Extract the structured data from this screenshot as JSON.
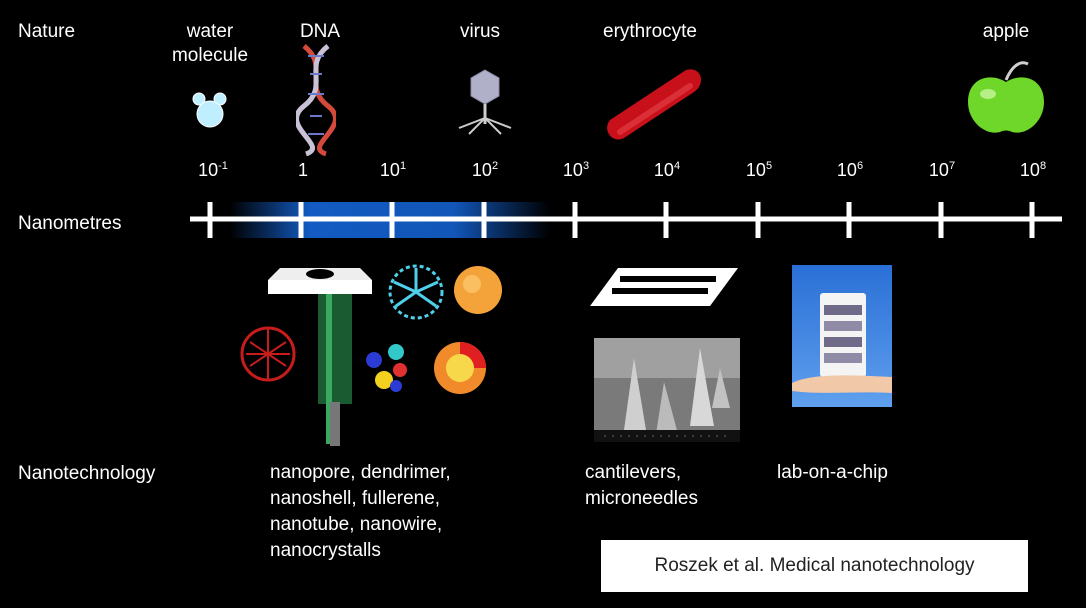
{
  "rows": {
    "nature": "Nature",
    "nanometres": "Nanometres",
    "nanotechnology": "Nanotechnology"
  },
  "nature_items": [
    {
      "label": "water molecule",
      "icon": "water-molecule-icon"
    },
    {
      "label": "DNA",
      "icon": "dna-icon"
    },
    {
      "label": "virus",
      "icon": "virus-icon"
    },
    {
      "label": "erythrocyte",
      "icon": "erythrocyte-icon"
    },
    {
      "label": "apple",
      "icon": "apple-icon"
    }
  ],
  "scale_ticks": [
    {
      "base": "10",
      "exp": "-1"
    },
    {
      "base": "1",
      "exp": ""
    },
    {
      "base": "10",
      "exp": "1"
    },
    {
      "base": "10",
      "exp": "2"
    },
    {
      "base": "10",
      "exp": "3"
    },
    {
      "base": "10",
      "exp": "4"
    },
    {
      "base": "10",
      "exp": "5"
    },
    {
      "base": "10",
      "exp": "6"
    },
    {
      "base": "10",
      "exp": "7"
    },
    {
      "base": "10",
      "exp": "8"
    }
  ],
  "nanotech_items": [
    {
      "lines": [
        "nanopore, dendrimer,",
        "nanoshell, fullerene,",
        "nanotube, nanowire,",
        "nanocrystalls"
      ]
    },
    {
      "lines": [
        "cantilevers,",
        "microneedles"
      ]
    },
    {
      "lines": [
        "lab-on-a-chip"
      ]
    }
  ],
  "citation": "Roszek et al. Medical nanotechnology",
  "colors": {
    "background": "#000000",
    "scale_line": "#ffffff",
    "highlight": "#1565d8",
    "erythrocyte": "#c8101a",
    "apple": "#6fd62a"
  }
}
